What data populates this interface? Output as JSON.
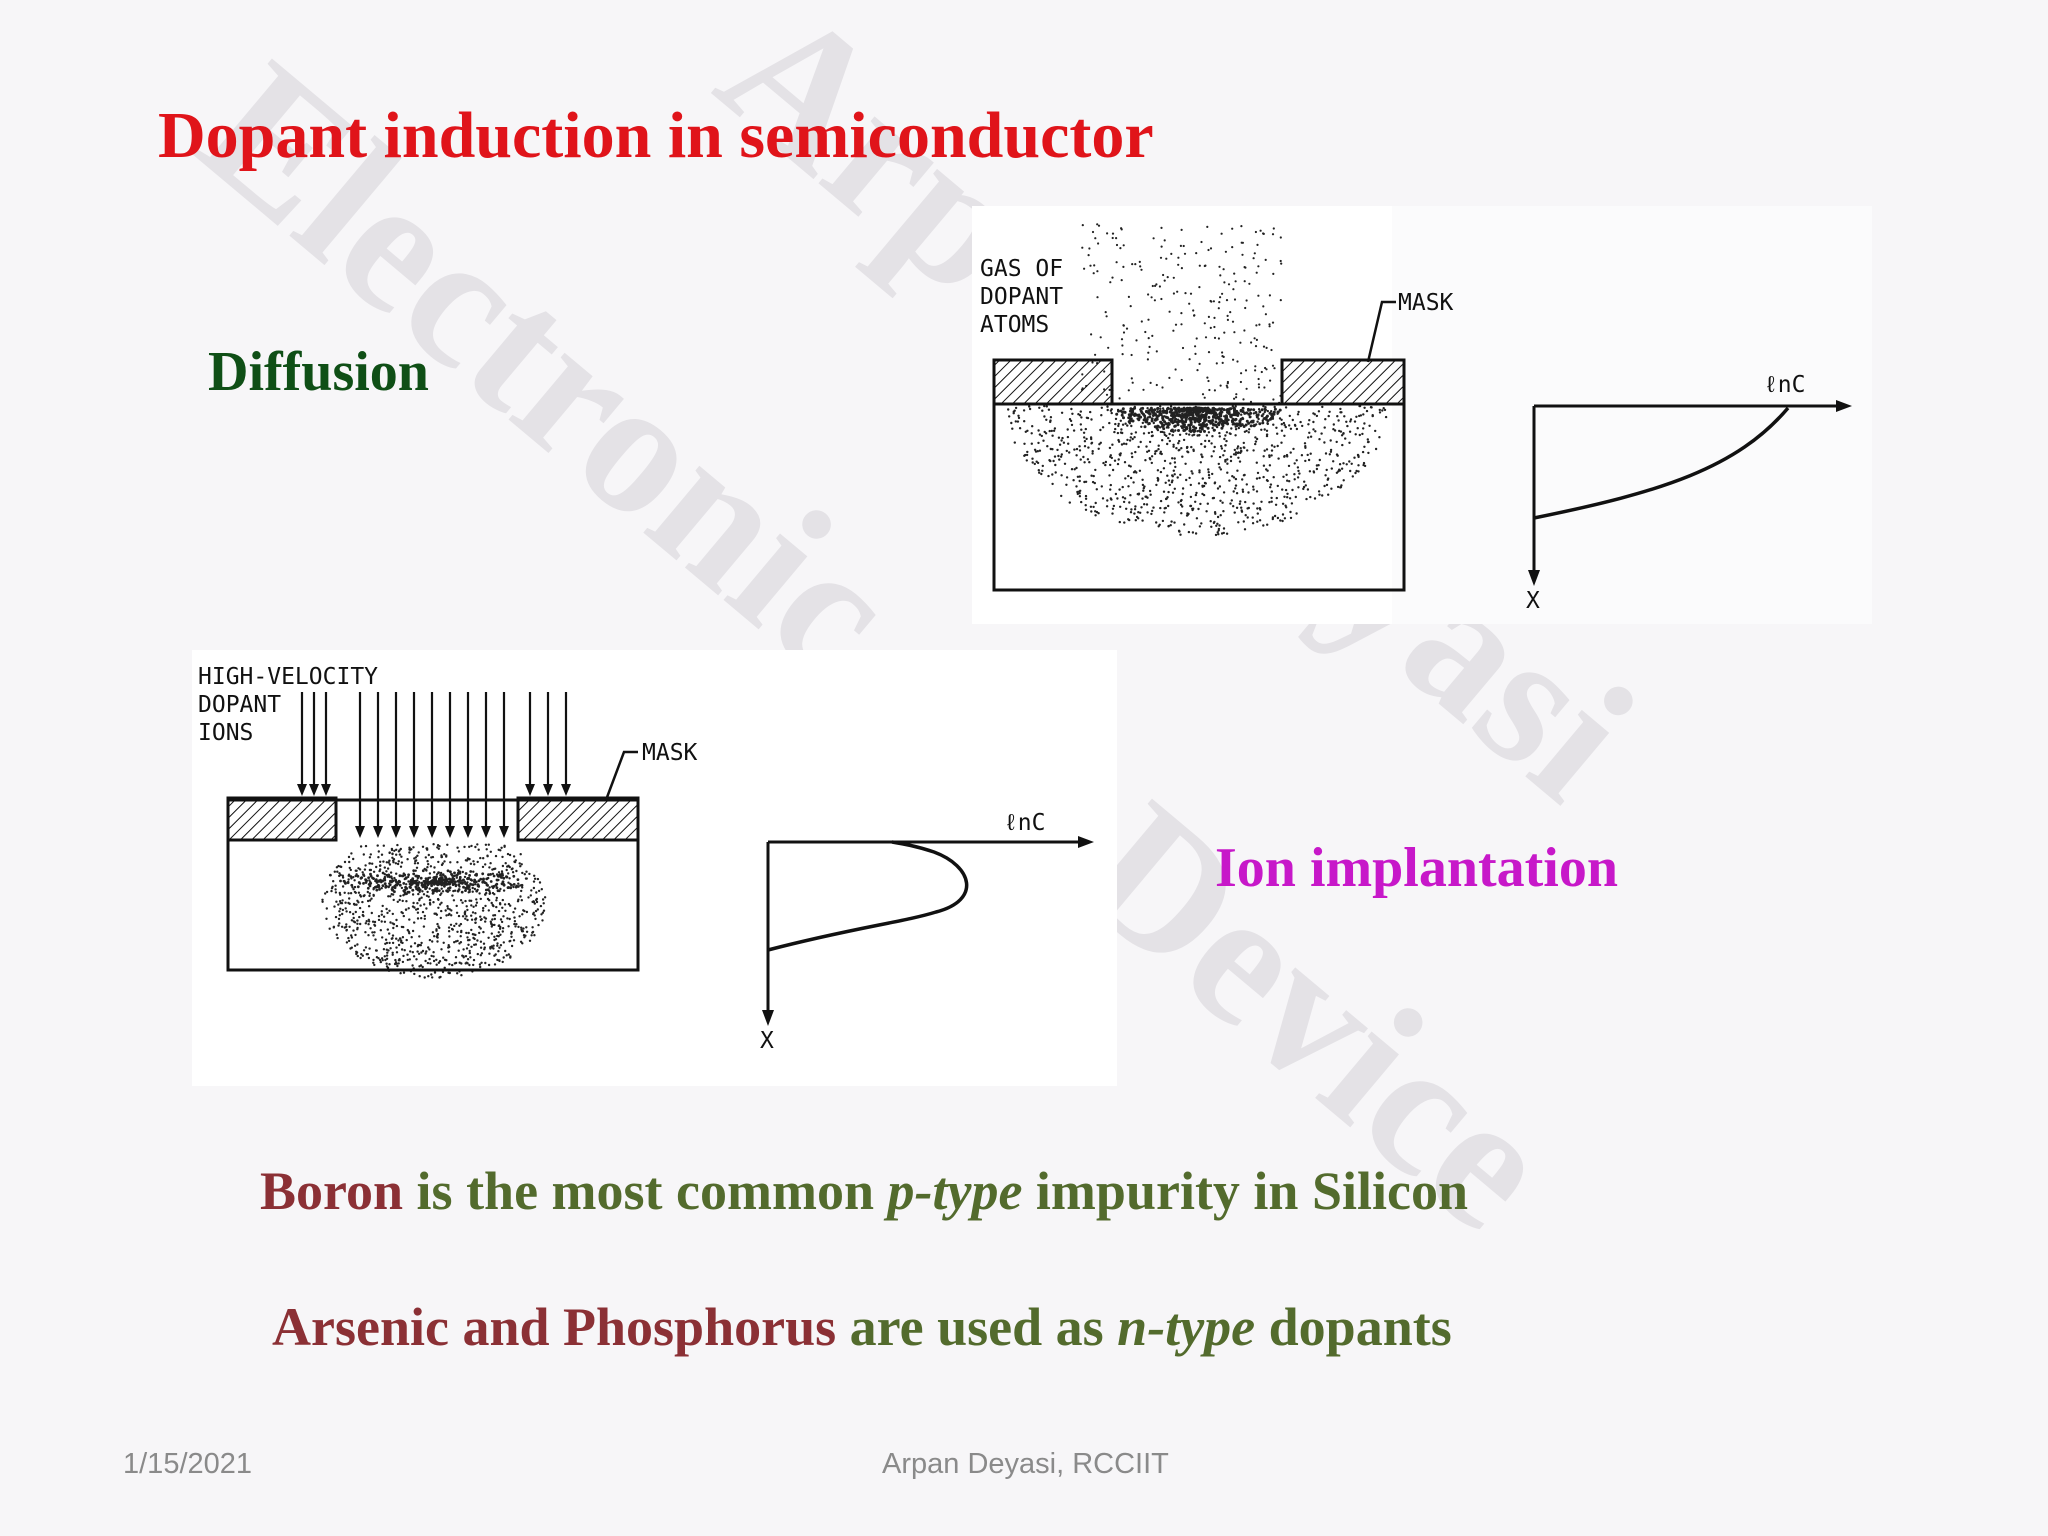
{
  "slide": {
    "title": "Dopant induction in semiconductor",
    "diffusion_label": "Diffusion",
    "ion_label": "Ion implantation"
  },
  "watermark": {
    "lines": [
      "Electronic",
      "Arpan Deyasi",
      "Device"
    ]
  },
  "statements": {
    "s1": {
      "part1": "Boron",
      "part2": " is the most common ",
      "part3": "p-type",
      "part4": " impurity in Silicon"
    },
    "s2": {
      "part1": "Arsenic and Phosphorus",
      "part2": " are used as ",
      "part3": "n-type",
      "part4": " dopants"
    }
  },
  "diffusion_figure": {
    "gas_label_1": "GAS OF",
    "gas_label_2": "DOPANT",
    "gas_label_3": "ATOMS",
    "mask_label": "MASK",
    "axis_y_label": "ℓnC",
    "axis_x_label": "X"
  },
  "ion_figure": {
    "ion_label_1": "HIGH-VELOCITY",
    "ion_label_2": "DOPANT",
    "ion_label_3": "IONS",
    "mask_label": "MASK",
    "axis_y_label": "ℓnC",
    "axis_x_label": "X"
  },
  "footer": {
    "date": "1/15/2021",
    "author": "Arpan Deyasi, RCCIIT"
  },
  "colors": {
    "title": "#e0141a",
    "diffusion": "#0f4f16",
    "ion": "#c718c9",
    "highlight": "#8b3035",
    "body": "#536b2d"
  }
}
